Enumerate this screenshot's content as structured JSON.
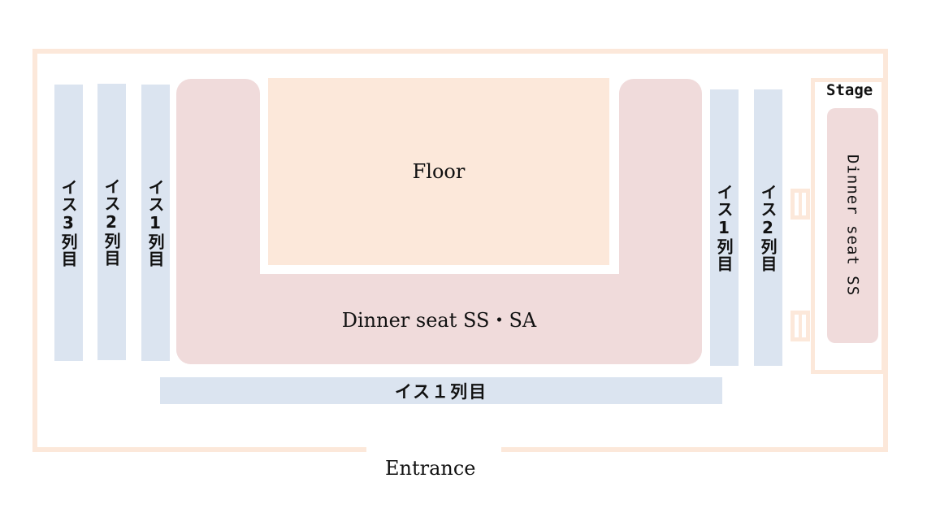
{
  "labels": {
    "floor": "Floor",
    "dinner_main": "Dinner seat SS・SA",
    "stage": "Stage",
    "dinner_stage": "Dinner seat SS",
    "entrance": "Entrance",
    "left_row3": "イス3列目",
    "left_row2": "イス2列目",
    "left_row1": "イス1列目",
    "right_row1": "イス1列目",
    "right_row2": "イス2列目",
    "bottom_row1": "イス１列目"
  },
  "colors": {
    "wall": "#fce8da",
    "chair_area": "#dbe4f0",
    "dinner_area": "#f0dbdb",
    "floor_area": "#fce8da"
  }
}
